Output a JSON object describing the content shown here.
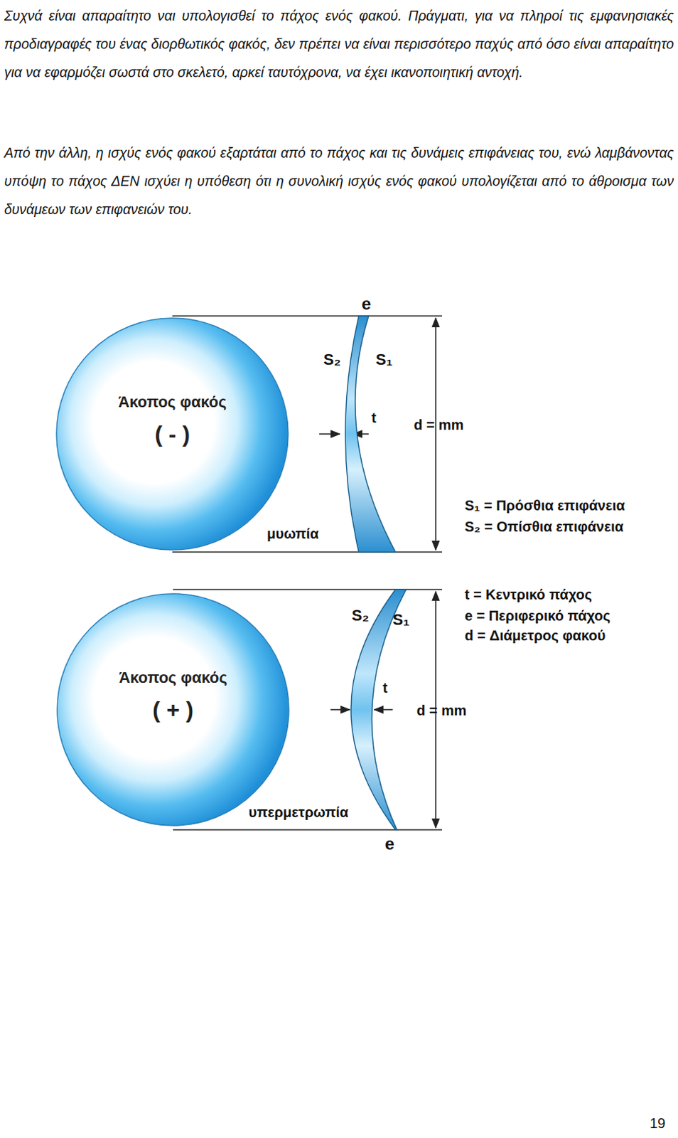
{
  "diagram": {
    "nodes": [
      {
        "text": [
          "Άκοπος φακός",
          "( - )"
        ]
      },
      {
        "text": [
          "Άκοπος φακός",
          "( + )"
        ]
      }
    ],
    "labels": [
      "Συχνά είναι απαραίτητο ναι υπολογισθεί το πάχος ενός φακού. Πράγματι, για να πληροί τις εμφανησιακές προδιαγραφές του ένας διορθωτικός φακός, δεν πρέπει να είναι περισσότερο παχύς από όσο είναι απαραίτητο για να εφαρμόζει σωστά στο σκελετό, αρκεί ταυτόχρονα, να έχει ικανοποιητική αντοχή.",
      "Από την άλλη, η ισχύς ενός φακού εξαρτάται από το πάχος και τις δυνάμεις επιφάνειας του, ενώ λαμβάνοντας υπόψη το πάχος ΔΕΝ ισχύει η υπόθεση ότι η συνολική ισχύς ενός φακού υπολογίζεται από το άθροισμα των δυνάμεων των επιφανειών του.",
      "e",
      "S₂",
      "S₁",
      "t",
      "d = mm",
      "μυωπία",
      "S₁ = Πρόσθια επιφάνεια",
      "S₂ = Οπίσθια επιφάνεια",
      "t = Κεντρικό πάχος",
      "e = Περιφερικό πάχος",
      "d = Διάμετρος φακού",
      "S₂",
      "S₁",
      "t",
      "d = mm",
      "υπερμετρωπία",
      "e",
      "19"
    ]
  }
}
